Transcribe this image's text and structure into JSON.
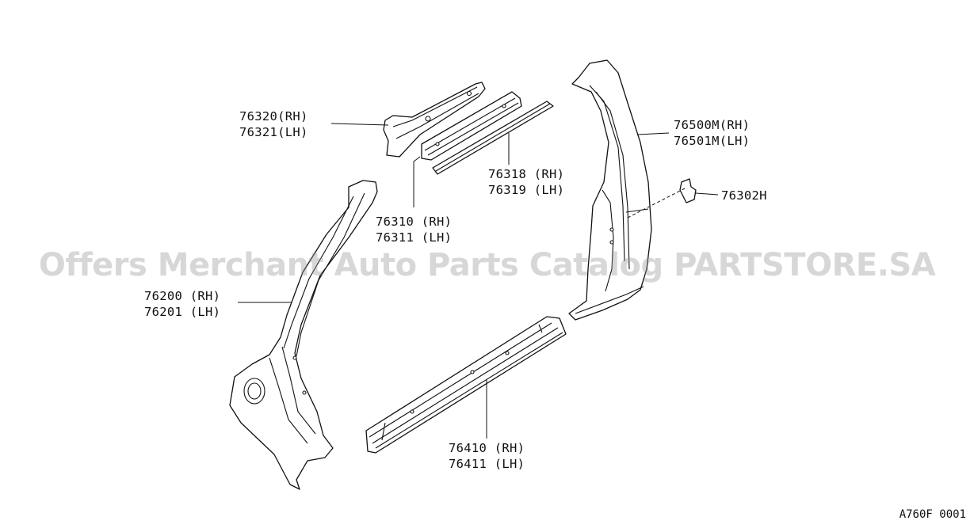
{
  "labels": [
    {
      "id": "p76320",
      "rh": "76320(RH)",
      "lh": "76321(LH)"
    },
    {
      "id": "p76310",
      "rh": "76310 (RH)",
      "lh": "76311 (LH)"
    },
    {
      "id": "p76318",
      "rh": "76318 (RH)",
      "lh": "76319 (LH)"
    },
    {
      "id": "p76500",
      "rh": "76500M(RH)",
      "lh": "76501M(LH)"
    },
    {
      "id": "p76302",
      "rh": "76302H",
      "lh": ""
    },
    {
      "id": "p76200",
      "rh": "76200 (RH)",
      "lh": "76201 (LH)"
    },
    {
      "id": "p76410",
      "rh": "76410 (RH)",
      "lh": "76411 (LH)"
    }
  ],
  "watermark": "Offers Merchant Auto Parts Catalog PARTSTORE.SA",
  "diagram_code": "A760F 0001"
}
